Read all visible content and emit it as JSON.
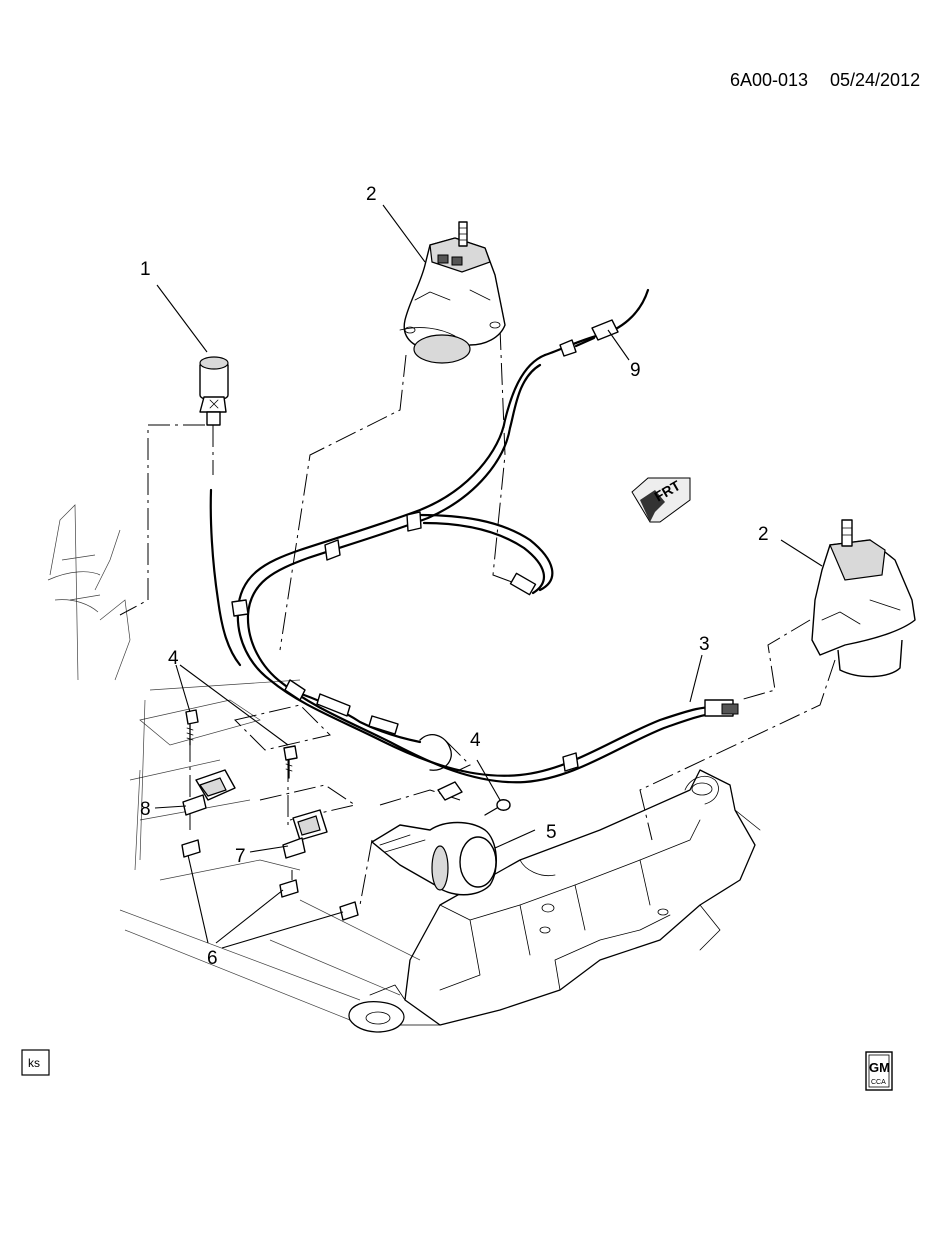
{
  "header": {
    "code": "6A00-013",
    "date": "05/24/2012"
  },
  "callouts": {
    "c1": "1",
    "c2a": "2",
    "c2b": "2",
    "c3": "3",
    "c4a": "4",
    "c4b": "4",
    "c5": "5",
    "c6": "6",
    "c7": "7",
    "c8": "8",
    "c9": "9"
  },
  "direction_arrow": {
    "label": "FRT",
    "icon": "front-arrow-icon"
  },
  "footer": {
    "initials": "ks",
    "logo": {
      "top": "GM",
      "bottom": "CCA"
    }
  }
}
